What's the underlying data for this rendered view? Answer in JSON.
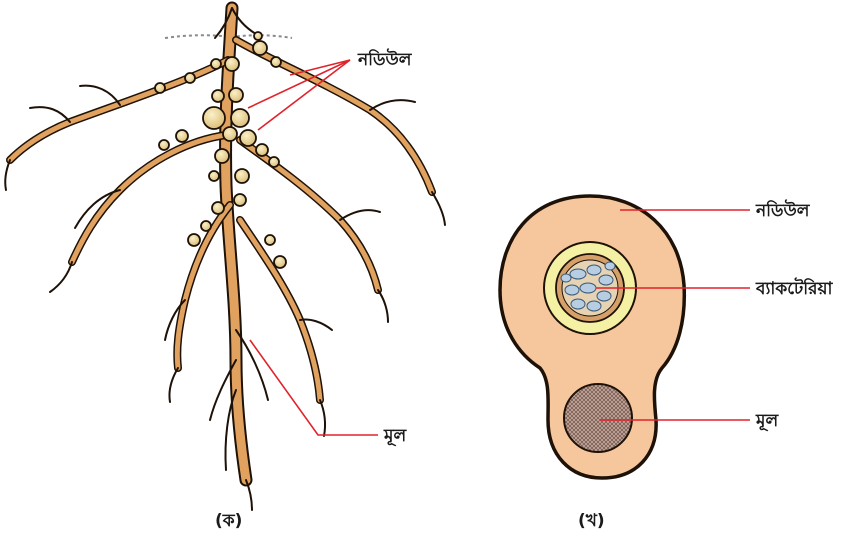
{
  "panel_a": {
    "label_nodule": "নডিউল",
    "label_root": "মূল",
    "caption": "(ক)"
  },
  "panel_b": {
    "label_nodule": "নডিউল",
    "label_bacteria": "ব্যাকটেরিয়া",
    "label_root": "মূল",
    "caption": "(খ)"
  },
  "colors": {
    "root_fill": "#e0a25e",
    "root_outline": "#1e1208",
    "nodule_fill": "#f1d9a0",
    "section_fill": "#f6c79d",
    "ring_fill": "#f4f0a4",
    "core_fill": "#d6a06a",
    "bacteria_fill": "#b7cde2",
    "vascular_fill": "#b89a8e",
    "leader_line": "#e0232b"
  }
}
